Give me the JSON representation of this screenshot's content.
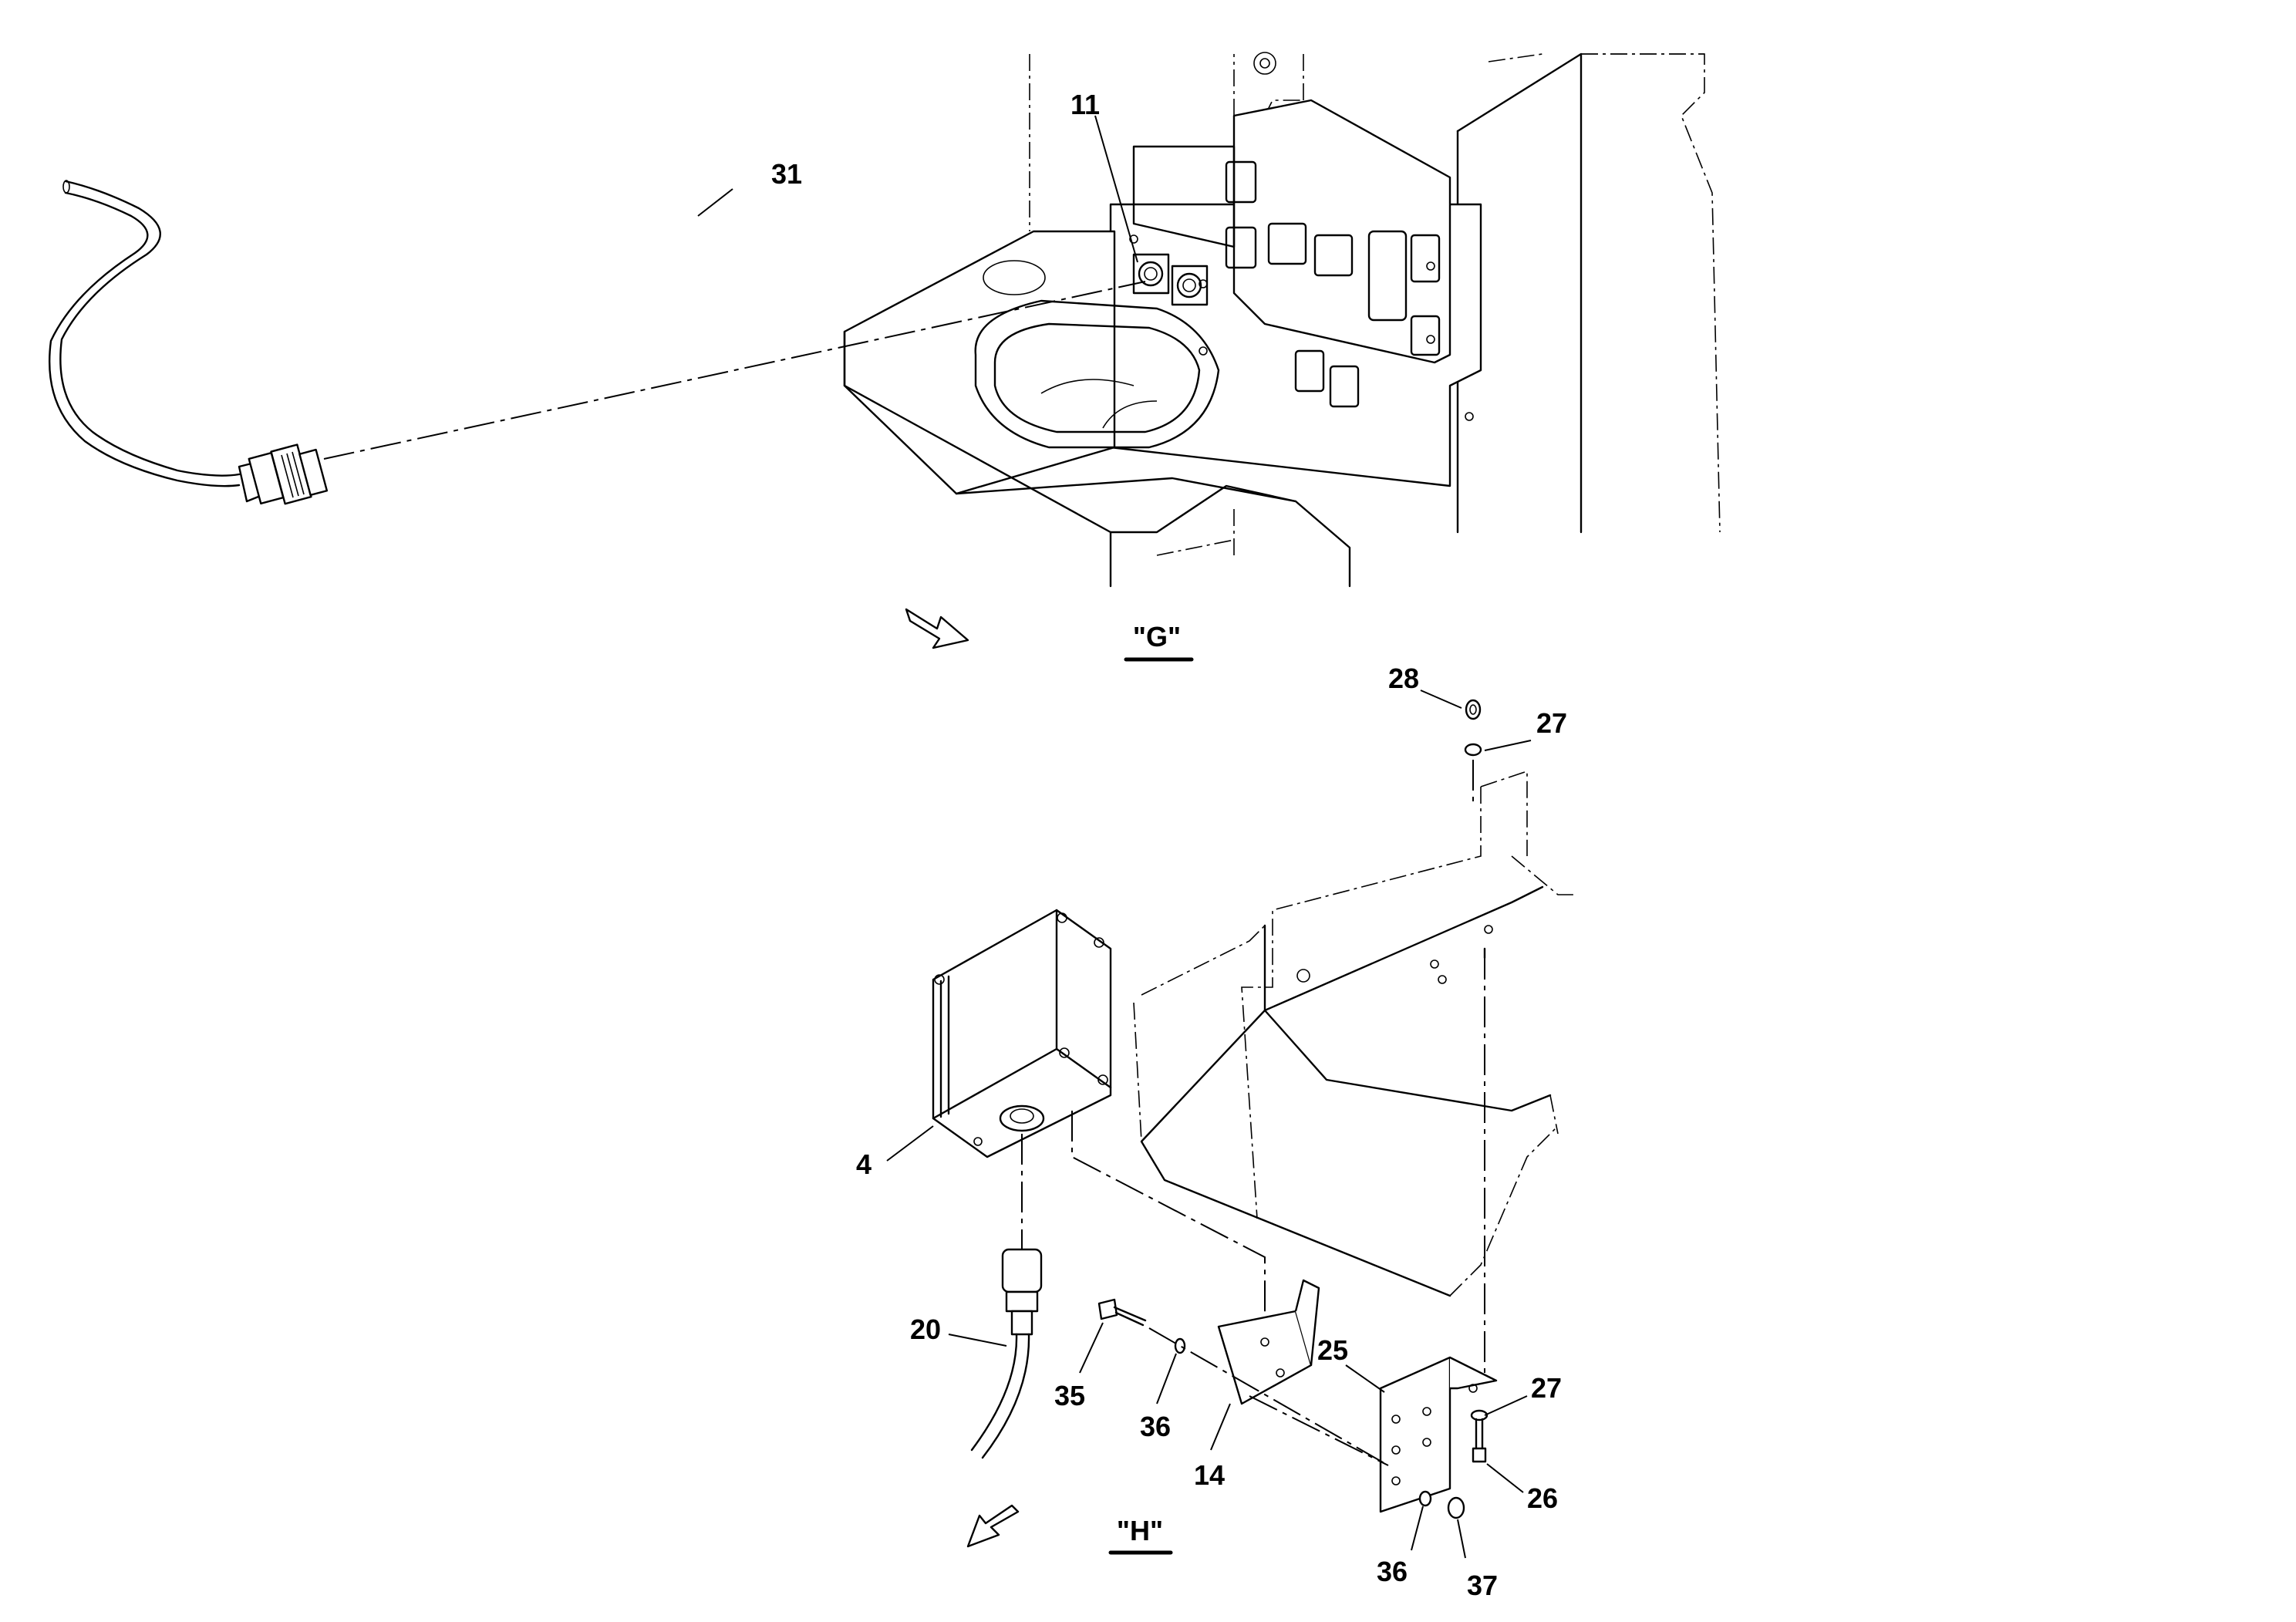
{
  "views": [
    {
      "label": "\"G\""
    },
    {
      "label": "\"H\""
    }
  ],
  "callouts": {
    "c31": "31",
    "c11": "11",
    "c28": "28",
    "c27a": "27",
    "c4": "4",
    "c20": "20",
    "c35": "35",
    "c36a": "36",
    "c14": "14",
    "c25": "25",
    "c27b": "27",
    "c26": "26",
    "c36b": "36",
    "c37": "37"
  },
  "icons": {
    "direction_arrow_g": "direction-arrow-icon",
    "direction_arrow_h": "direction-arrow-icon"
  }
}
